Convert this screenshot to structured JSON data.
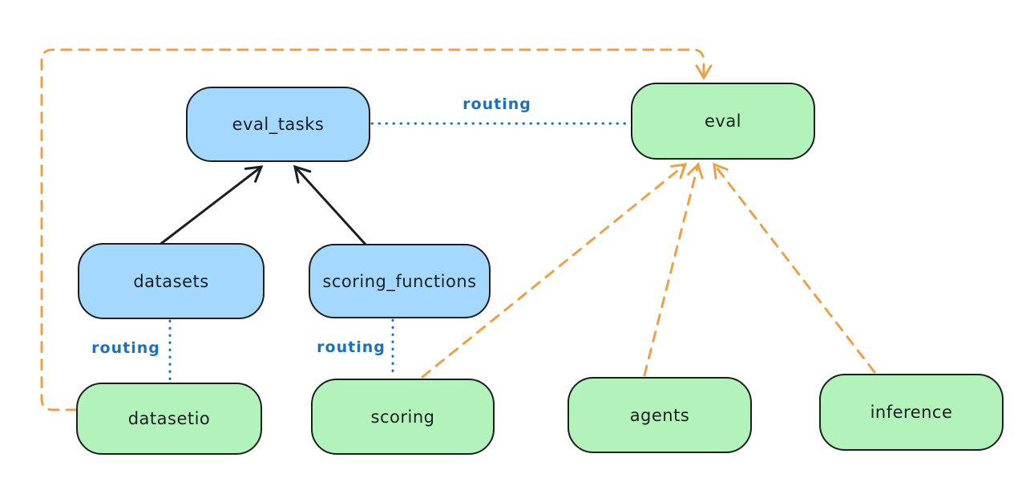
{
  "diagram": {
    "colors": {
      "background": "#ffffff",
      "resource_fill": "#a5d8ff",
      "api_fill": "#b2f2bb",
      "stroke": "#1e1e1e",
      "routing_blue": "#1971c2",
      "dependency_orange": "#eda046"
    },
    "nodes": [
      {
        "id": "eval_tasks",
        "label": "eval_tasks",
        "color": "blue"
      },
      {
        "id": "eval",
        "label": "eval",
        "color": "green"
      },
      {
        "id": "datasets",
        "label": "datasets",
        "color": "blue"
      },
      {
        "id": "scoring_functions",
        "label": "scoring_functions",
        "color": "blue"
      },
      {
        "id": "datasetio",
        "label": "datasetio",
        "color": "green"
      },
      {
        "id": "scoring",
        "label": "scoring",
        "color": "green"
      },
      {
        "id": "agents",
        "label": "agents",
        "color": "green"
      },
      {
        "id": "inference",
        "label": "inference",
        "color": "green"
      }
    ],
    "edges": [
      {
        "from": "datasets",
        "to": "eval_tasks",
        "style": "solid-black-arrow",
        "label": ""
      },
      {
        "from": "scoring_functions",
        "to": "eval_tasks",
        "style": "solid-black-arrow",
        "label": ""
      },
      {
        "from": "eval_tasks",
        "to": "eval",
        "style": "dotted-blue",
        "label": "routing"
      },
      {
        "from": "datasets",
        "to": "datasetio",
        "style": "dotted-blue",
        "label": "routing"
      },
      {
        "from": "scoring_functions",
        "to": "scoring",
        "style": "dotted-blue",
        "label": "routing"
      },
      {
        "from": "datasetio",
        "to": "eval",
        "style": "dashed-orange-arrow",
        "label": ""
      },
      {
        "from": "scoring",
        "to": "eval",
        "style": "dashed-orange-arrow",
        "label": ""
      },
      {
        "from": "agents",
        "to": "eval",
        "style": "dashed-orange-arrow",
        "label": ""
      },
      {
        "from": "inference",
        "to": "eval",
        "style": "dashed-orange-arrow",
        "label": ""
      }
    ]
  }
}
